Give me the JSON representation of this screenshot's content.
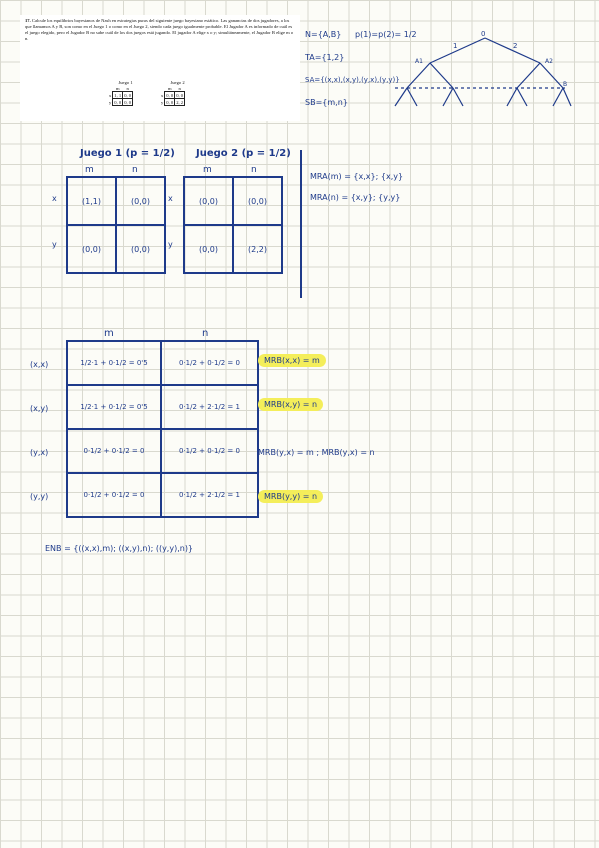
{
  "problem": {
    "number": "17.",
    "text": "Calcule los equilibrios bayesianos de Nash en estrategias puras del siguiente juego bayesiano estático. Las ganancias de dos jugadores, a los que llamamos A y B, son como en el Juego 1 o como en el Juego 2, siendo cada juego igualmente probable. El Jugador A es informado de cuál es el juego elegido, pero el Jugador B no sabe cuál de los dos juegos está jugando. El jugador A elige x o y; simultáneamente, el Jugador B elige m o n.",
    "game1": {
      "title": "Juego 1",
      "cols": [
        "m",
        "n"
      ],
      "rows": [
        [
          "x",
          "1, 1",
          "0, 0"
        ],
        [
          "y",
          "0, 0",
          "0, 0"
        ]
      ]
    },
    "game2": {
      "title": "Juego 2",
      "cols": [
        "m",
        "n"
      ],
      "rows": [
        [
          "x",
          "0, 0",
          "0, 0"
        ],
        [
          "y",
          "0, 0",
          "2, 2"
        ]
      ]
    }
  },
  "notes": {
    "N": "N={A,B}",
    "p": "p(1)=p(2)= 1/2",
    "TA": "TA={1,2}",
    "SA": "SA={(x,x),(x,y),(y,x),(y,y)}",
    "SB": "SB={m,n}"
  },
  "tree": {
    "root": "0",
    "left_branch": "1",
    "right_branch": "2",
    "node_left": "A1",
    "node_right": "A2",
    "info_set": "B"
  },
  "juego1": {
    "title": "Juego 1 (p = 1/2)",
    "cols": [
      "m",
      "n"
    ],
    "rows": [
      [
        "x",
        "(1,1)",
        "(0,0)"
      ],
      [
        "y",
        "(0,0)",
        "(0,0)"
      ]
    ]
  },
  "juego2": {
    "title": "Juego 2 (p = 1/2)",
    "cols": [
      "m",
      "n"
    ],
    "rows": [
      [
        "x",
        "(0,0)",
        "(0,0)"
      ],
      [
        "y",
        "(0,0)",
        "(2,2)"
      ]
    ]
  },
  "mr_a": {
    "m": "MRA(m) = {x,x}; {x,y}",
    "n": "MRA(n) = {x,y}; {y,y}"
  },
  "bayes": {
    "cols": [
      "m",
      "n"
    ],
    "rows": [
      {
        "label": "(x,x)",
        "m": "1/2·1 + 0·1/2 = 0'5",
        "n": "0·1/2 + 0·1/2 = 0",
        "mr": "MRB(x,x) = m",
        "hl": true
      },
      {
        "label": "(x,y)",
        "m": "1/2·1 + 0·1/2 = 0'5",
        "n": "0·1/2 + 2·1/2 = 1",
        "mr": "MRB(x,y) = n",
        "hl": true
      },
      {
        "label": "(y,x)",
        "m": "0·1/2 + 0·1/2 = 0",
        "n": "0·1/2 + 0·1/2 = 0",
        "mr": "MRB(y,x) = m ; MRB(y,x) = n",
        "hl": false
      },
      {
        "label": "(y,y)",
        "m": "0·1/2 + 0·1/2 = 0",
        "n": "0·1/2 + 2·1/2 = 1",
        "mr": "MRB(y,y) = n",
        "hl": true
      }
    ]
  },
  "enb": "ENB = {((x,x),m); ((x,y),n); ((y,y),n)}"
}
